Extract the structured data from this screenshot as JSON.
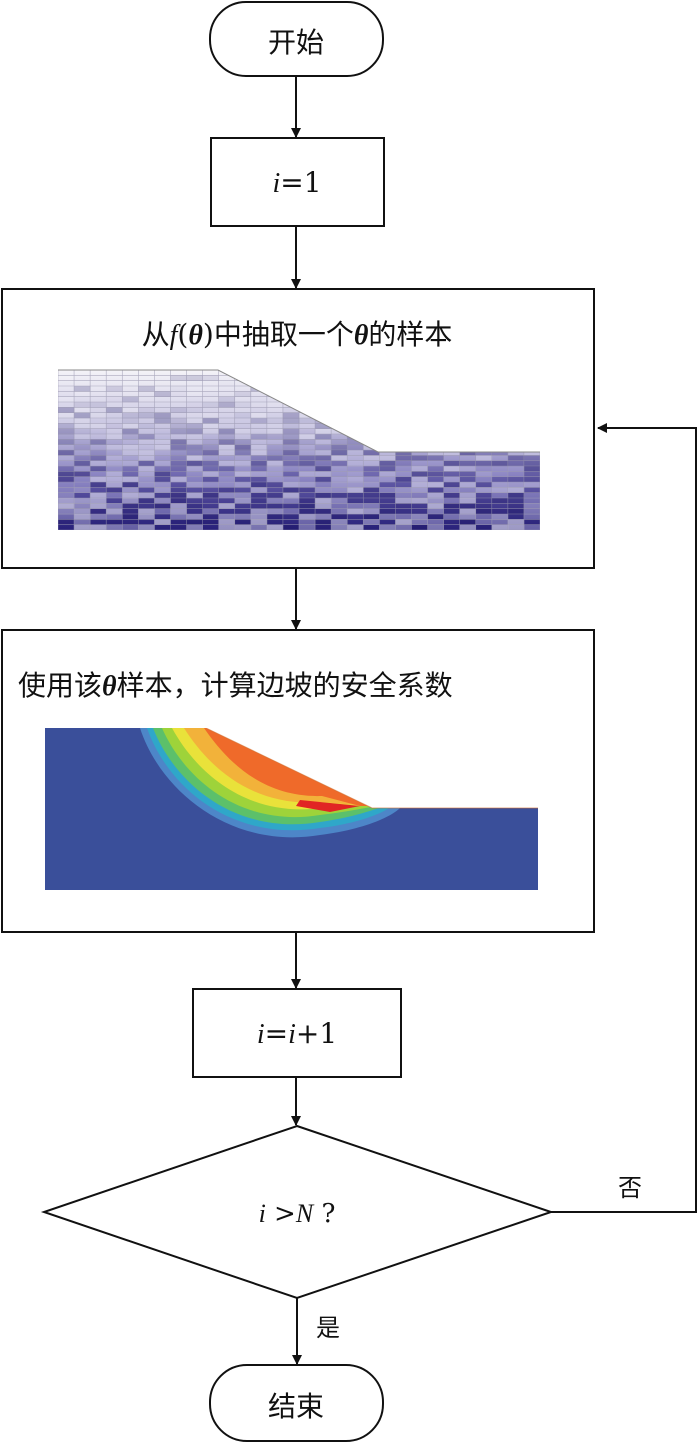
{
  "flowchart": {
    "start": "开始",
    "init": {
      "var": "i",
      "rest": "=1"
    },
    "sample": {
      "p1": "从",
      "fn": "f",
      "p2": "(",
      "theta": "θ",
      "p3": ")中抽取一个",
      "p4": "的样本"
    },
    "compute": {
      "p1": "使用该",
      "theta": "θ",
      "p2": "样本，计算边坡的安全系数"
    },
    "increment": {
      "v1": "i",
      "eq": "=",
      "v2": "i",
      "rest": "+1"
    },
    "decision": {
      "v1": "i",
      "gt": " >",
      "n": "N",
      "q": " ?"
    },
    "no_label": "否",
    "yes_label": "是",
    "end": "结束"
  },
  "colors": {
    "line": "#111111",
    "mesh_light": "#eceaf3",
    "mesh_dark": "#2a237a",
    "contour_base": "#3a4f9a"
  }
}
